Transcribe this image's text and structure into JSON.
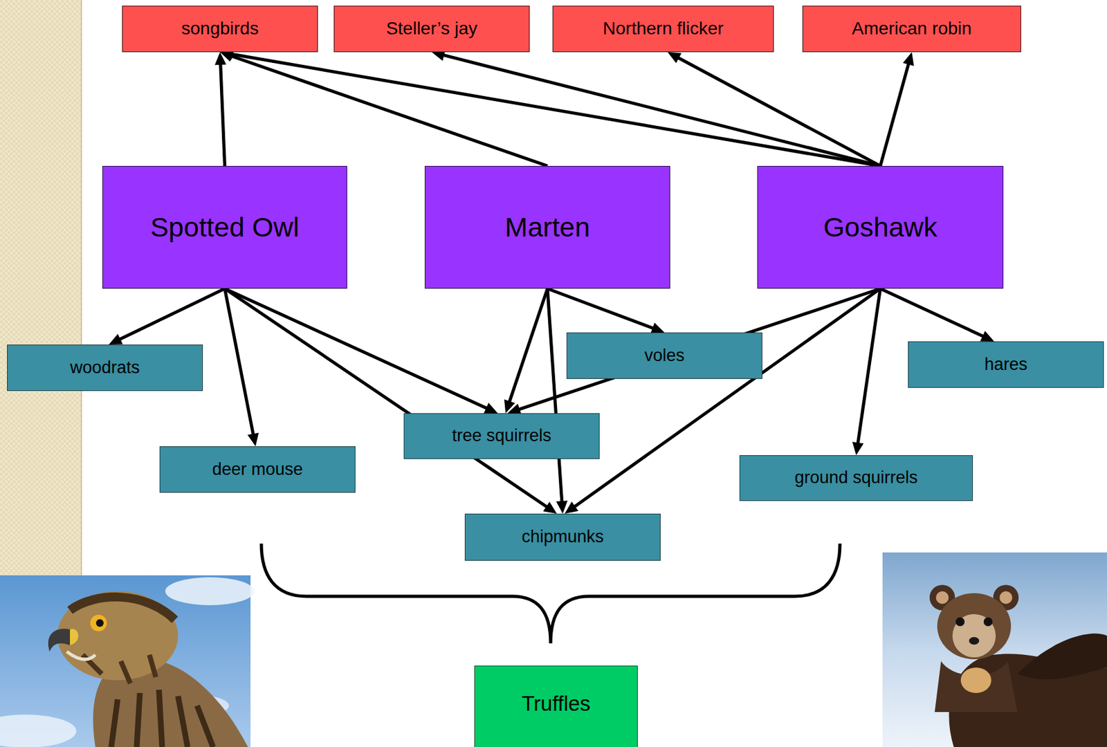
{
  "diagram": {
    "nodes": [
      {
        "text": [
          "songbirds"
        ]
      },
      {
        "text": [
          "Steller’s jay"
        ]
      },
      {
        "text": [
          "Northern flicker"
        ]
      },
      {
        "text": [
          "American robin"
        ]
      },
      {
        "text": [
          "Spotted Owl"
        ]
      },
      {
        "text": [
          "Marten"
        ]
      },
      {
        "text": [
          "Goshawk"
        ]
      },
      {
        "text": [
          "woodrats"
        ]
      },
      {
        "text": [
          "voles"
        ]
      },
      {
        "text": [
          "hares"
        ]
      },
      {
        "text": [
          "tree squirrels"
        ]
      },
      {
        "text": [
          "deer mouse"
        ]
      },
      {
        "text": [
          "ground squirrels"
        ]
      },
      {
        "text": [
          "chipmunks"
        ]
      },
      {
        "text": [
          "Truffles"
        ]
      }
    ],
    "edges": [
      {
        "from": 4,
        "to": 0,
        "arrow": "to"
      },
      {
        "from": 5,
        "to": 0,
        "arrow": "to"
      },
      {
        "from": 6,
        "to": 0,
        "arrow": "to"
      },
      {
        "from": 6,
        "to": 1,
        "arrow": "to"
      },
      {
        "from": 6,
        "to": 2,
        "arrow": "to"
      },
      {
        "from": 6,
        "to": 3,
        "arrow": "to"
      },
      {
        "from": 4,
        "to": 7,
        "arrow": "to"
      },
      {
        "from": 4,
        "to": 11,
        "arrow": "to"
      },
      {
        "from": 4,
        "to": 10,
        "arrow": "to"
      },
      {
        "from": 4,
        "to": 13,
        "arrow": "to"
      },
      {
        "from": 5,
        "to": 10,
        "arrow": "to"
      },
      {
        "from": 5,
        "to": 13,
        "arrow": "to"
      },
      {
        "from": 5,
        "to": 8,
        "arrow": "to"
      },
      {
        "from": 6,
        "to": 10,
        "arrow": "to"
      },
      {
        "from": 6,
        "to": 13,
        "arrow": "to"
      },
      {
        "from": 6,
        "to": 12,
        "arrow": "to"
      },
      {
        "from": 6,
        "to": 9,
        "arrow": "to"
      }
    ]
  }
}
